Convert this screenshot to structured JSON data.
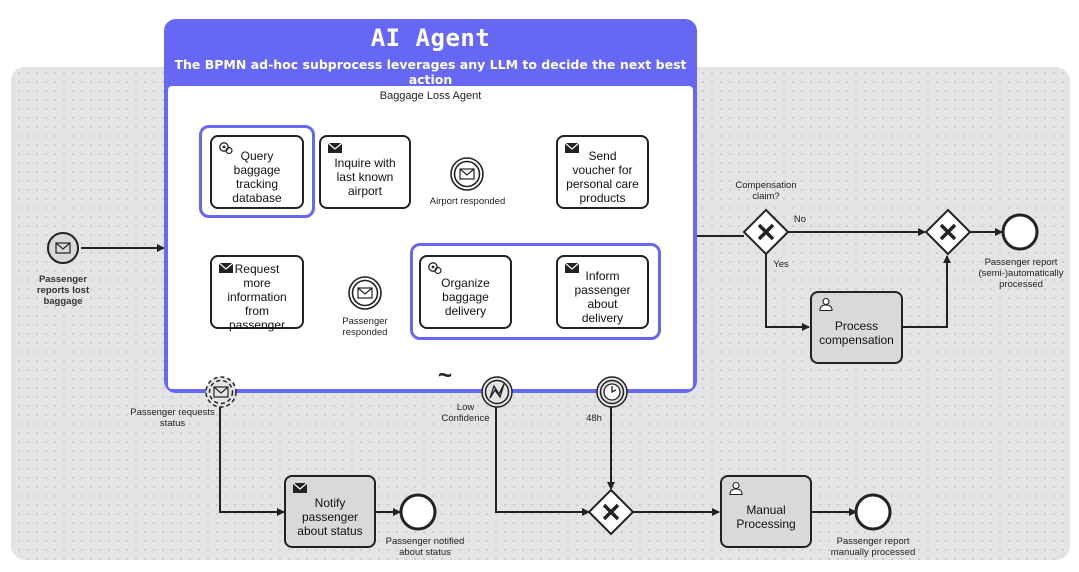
{
  "agent": {
    "title": "AI Agent",
    "subtitle": "The BPMN ad-hoc subprocess leverages any LLM to decide the next best action",
    "subprocess_name": "Baggage Loss Agent",
    "accent_color": "#6767f5"
  },
  "tasks": {
    "query_baggage": "Query baggage tracking database",
    "inquire_airport": "Inquire with last known airport",
    "send_voucher": "Send voucher for personal care products",
    "request_info": "Request more information from passenger",
    "organize_delivery": "Organize baggage delivery",
    "inform_passenger": "Inform passenger about delivery",
    "process_compensation": "Process compensation",
    "notify_status": "Notify passenger about status",
    "manual_processing": "Manual Processing"
  },
  "events": {
    "airport_responded": "Airport responded",
    "passenger_responded": "Passenger responded",
    "passenger_reports": "Passenger reports lost baggage",
    "passenger_requests_status": "Passenger requests status",
    "low_confidence": "Low Confidence",
    "timer": "48h",
    "auto_processed": "Passenger report (semi-)automatically processed",
    "notified_status": "Passenger notified about status",
    "manually_processed": "Passenger report manually processed"
  },
  "gateways": {
    "compensation_claim": "Compensation claim?",
    "no": "No",
    "yes": "Yes"
  },
  "adhoc_marker": "~",
  "icons": {
    "message": "envelope-icon",
    "service": "gear-icon",
    "user": "user-icon",
    "timer": "clock-icon",
    "error": "error-icon"
  }
}
